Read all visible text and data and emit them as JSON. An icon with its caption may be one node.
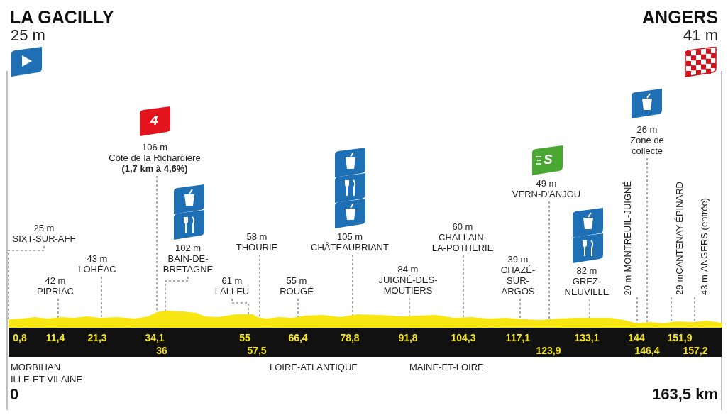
{
  "diagram": {
    "nodes": [
      {
        "text": [
          "25 m",
          "SIXT-SUR-AFF"
        ]
      },
      {
        "text": [
          "42 m",
          "PIPRIAC"
        ]
      },
      {
        "text": [
          "43 m",
          "LOHÉAC"
        ]
      },
      {
        "text": [
          "4"
        ]
      },
      {
        "text": [
          "106 m",
          "Côte de la Richardière",
          "(1,7 km à 4,6%)"
        ]
      },
      {
        "text": [
          "102 m",
          "BAIN-DE- BRETAGNE"
        ]
      },
      {
        "text": [
          "61 m",
          "LALLEU"
        ]
      },
      {
        "text": [
          "58 m",
          "THOURIE"
        ]
      },
      {
        "text": [
          "55 m",
          "ROUGÉ"
        ]
      },
      {
        "text": [
          "105 m",
          "CHÂTEAUBRIANT"
        ]
      },
      {
        "text": [
          "84 m",
          "JUIGNÉ-DES- MOUTIERS"
        ]
      },
      {
        "text": [
          "60 m",
          "CHALLAIN- LA-POTHERIE"
        ]
      },
      {
        "text": [
          "39 m",
          "CHAZÉ- SUR- ARGOS"
        ]
      },
      {
        "text": [
          "S"
        ]
      },
      {
        "text": [
          "49 m",
          "VERN-D'ANJOU"
        ]
      },
      {
        "text": [
          "82 m",
          "GREZ- NEUVILLE"
        ]
      },
      {
        "text": [
          "20 m",
          "MONTREUIL-JUIGNÉ"
        ]
      },
      {
        "text": [
          "26 m",
          "Zone de collecte"
        ]
      },
      {
        "text": [
          "29 m",
          "CANTENAY-ÉPINARD"
        ]
      },
      {
        "text": [
          "43 m",
          "ANGERS (entrée)"
        ]
      },
      {
        "text": [],
        "shape": "picture"
      }
    ],
    "edges": [
      {
        "from": 0,
        "to": 20,
        "arrow": "none",
        "style": "dashed"
      },
      {
        "from": 1,
        "to": 20,
        "arrow": "none",
        "style": "dashed"
      },
      {
        "from": 2,
        "to": 20,
        "arrow": "none",
        "style": "dashed"
      },
      {
        "from": 4,
        "to": 20,
        "arrow": "none",
        "style": "dashed"
      },
      {
        "from": 5,
        "to": 20,
        "arrow": "none",
        "style": "dashed"
      },
      {
        "from": 6,
        "to": 20,
        "arrow": "none",
        "style": "dashed"
      },
      {
        "from": 7,
        "to": 20,
        "arrow": "none",
        "style": "dashed"
      },
      {
        "from": 8,
        "to": 20,
        "arrow": "none",
        "style": "dashed"
      },
      {
        "from": 9,
        "to": 20,
        "arrow": "none",
        "style": "dashed"
      },
      {
        "from": 10,
        "to": 20,
        "arrow": "none",
        "style": "dashed"
      },
      {
        "from": 11,
        "to": 20,
        "arrow": "none",
        "style": "dashed"
      },
      {
        "from": 12,
        "to": 20,
        "arrow": "none",
        "style": "dashed"
      },
      {
        "from": 14,
        "to": 20,
        "arrow": "none",
        "style": "dashed"
      },
      {
        "from": 15,
        "to": 20,
        "arrow": "none",
        "style": "dashed"
      },
      {
        "from": 16,
        "to": 20,
        "arrow": "none",
        "style": "dashed"
      },
      {
        "from": 17,
        "to": 20,
        "arrow": "none",
        "style": "dashed"
      },
      {
        "from": 18,
        "to": 20,
        "arrow": "none",
        "style": "dashed"
      },
      {
        "from": 19,
        "to": 20,
        "arrow": "none",
        "style": "dashed"
      }
    ],
    "labels": [
      "LA GACILLY",
      "ANGERS",
      "25 m",
      "41 m",
      "0,8",
      "11,4",
      "21,3",
      "34,1",
      "55",
      "66,4",
      "78,8",
      "91,8",
      "104,3",
      "117,1",
      "133,1",
      "144",
      "151,9",
      "36",
      "57,5",
      "123,9",
      "146,4",
      "157,2",
      "MORBIHAN",
      "LOIRE-ATLANTIQUE",
      "MAINE-ET-LOIRE",
      "ILLE-ET-VILAINE",
      "0",
      "163,5 km"
    ]
  }
}
